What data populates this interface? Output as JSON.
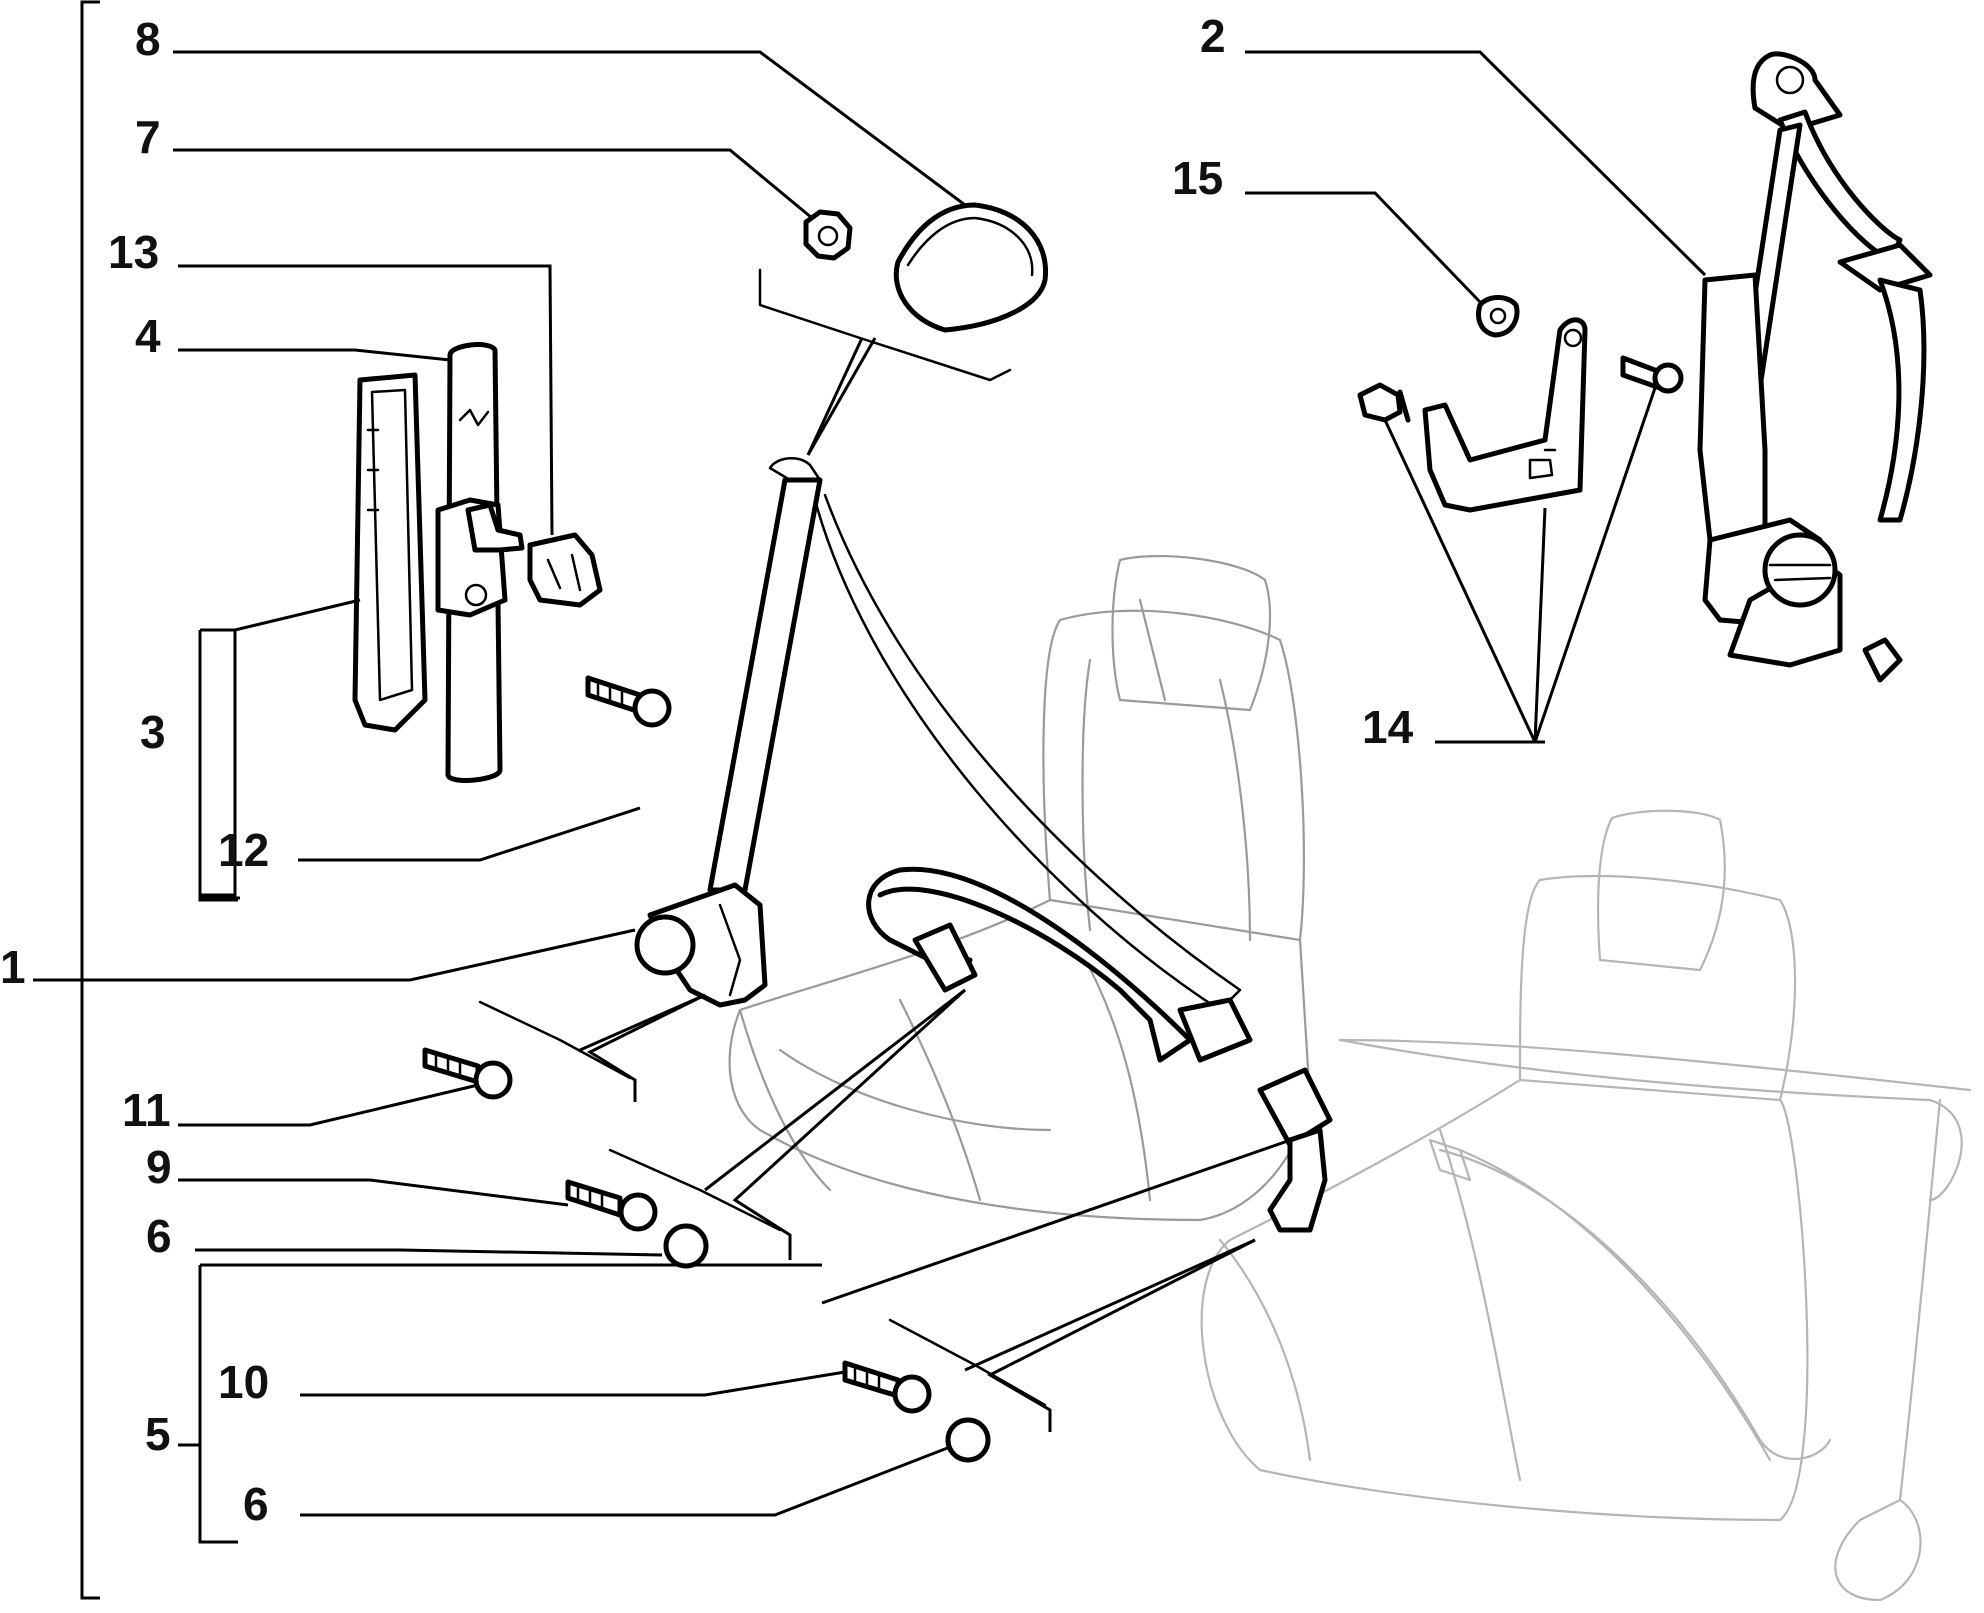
{
  "diagram": {
    "callouts": [
      "1",
      "2",
      "3",
      "4",
      "5",
      "6",
      "6",
      "7",
      "8",
      "9",
      "10",
      "11",
      "12",
      "13",
      "14",
      "15"
    ]
  }
}
